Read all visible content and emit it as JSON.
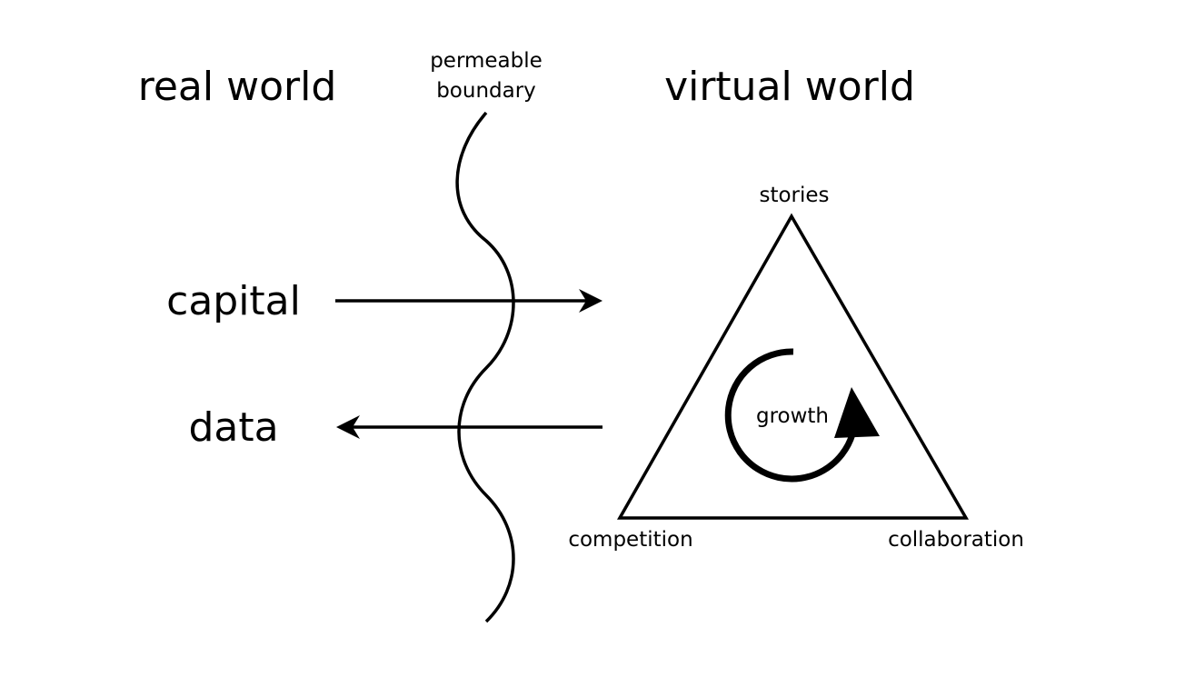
{
  "left_region": {
    "title": "real world"
  },
  "right_region": {
    "title": "virtual world"
  },
  "boundary": {
    "line1": "permeable",
    "line2": "boundary"
  },
  "flows": {
    "capital": {
      "label": "capital",
      "direction": "left-to-right"
    },
    "data": {
      "label": "data",
      "direction": "right-to-left"
    }
  },
  "triangle": {
    "top": "stories",
    "bottom_left": "competition",
    "bottom_right": "collaboration",
    "center": "growth"
  },
  "colors": {
    "ink": "#000000",
    "background": "#ffffff"
  }
}
